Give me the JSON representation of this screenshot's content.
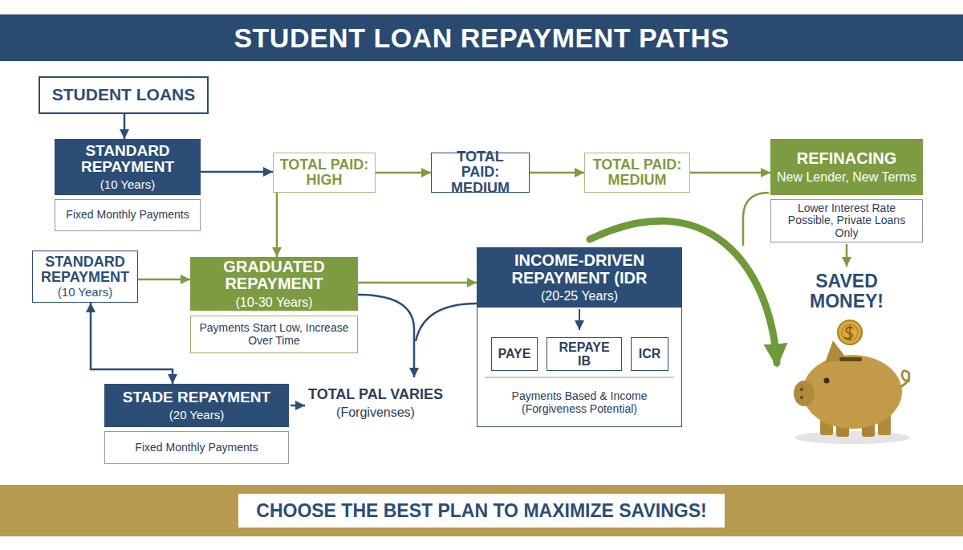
{
  "diagram": {
    "title": "STUDENT LOAN REPAYMENT PATHS",
    "caption": "CHOOSE THE BEST PLAN TO MAXIMIZE SAVINGS!",
    "nodes": [
      {
        "text": [
          "STUDENT LOANS"
        ]
      },
      {
        "text": [
          "STANDARD REPAYMENT",
          "(10 Years)",
          "Fixed Monthly Payments"
        ]
      },
      {
        "text": [
          "TOTAL PAID: HIGH"
        ]
      },
      {
        "text": [
          "TOTAL PAID: MEDIUM"
        ]
      },
      {
        "text": [
          "TOTAL PAID: MEDIUM"
        ]
      },
      {
        "text": [
          "REFINACING",
          "New Lender, New Terms",
          "Lower Interest Rate Possible, Private Loans Only"
        ]
      },
      {
        "text": [
          "STANDARD REPAYMENT",
          "(10 Years)"
        ]
      },
      {
        "text": [
          "GRADUATED REPAYMENT",
          "(10-30 Years)",
          "Payments Start Low, Increase Over Time"
        ]
      },
      {
        "text": [
          "INCOME-DRIVEN REPAYMENT (IDR",
          "(20-25 Years)",
          "Payments Based & Income (Forgiveness Potential)"
        ]
      },
      {
        "text": [
          "PAYE"
        ],
        "in": 8
      },
      {
        "text": [
          "REPAYE IB"
        ],
        "in": 8
      },
      {
        "text": [
          "ICR"
        ],
        "in": 8
      },
      {
        "text": [
          "STADE REPAYMENT",
          "(20 Years)",
          "Fixed Monthly Payments"
        ]
      }
    ],
    "edges": [
      {
        "from": 0,
        "to": 1,
        "arrow": "to"
      },
      {
        "from": 1,
        "to": 2,
        "arrow": "to"
      },
      {
        "from": 2,
        "to": 3,
        "arrow": "to"
      },
      {
        "from": 3,
        "to": 4,
        "arrow": "to"
      },
      {
        "from": 4,
        "to": 5,
        "arrow": "to"
      },
      {
        "from": 2,
        "to": 7,
        "arrow": "to"
      },
      {
        "from": 6,
        "to": 7,
        "arrow": "to"
      },
      {
        "from": 7,
        "to": 8,
        "arrow": "to"
      },
      {
        "from": 6,
        "to": 12,
        "arrow": "both"
      }
    ],
    "labels": [
      "TOTAL PAL VARIES",
      "(Forgivenses)",
      "SAVED MONEY!"
    ]
  }
}
